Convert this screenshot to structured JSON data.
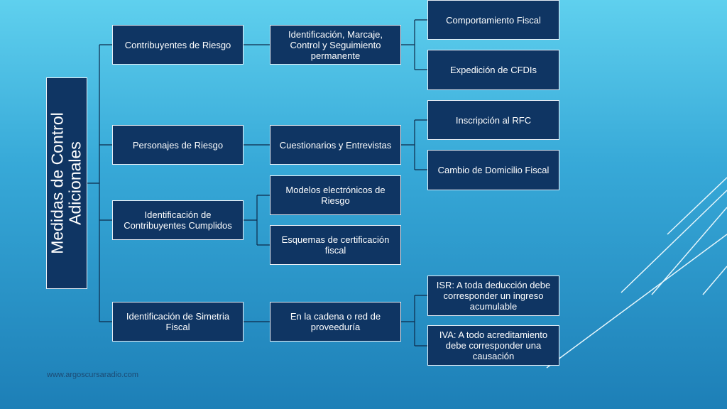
{
  "root": {
    "line1": "Medidas de Control",
    "line2": "Adicionales"
  },
  "level1": [
    {
      "label": "Contribuyentes de Riesgo"
    },
    {
      "label": "Personajes de Riesgo"
    },
    {
      "label": "Identificación de Contribuyentes Cumplidos"
    },
    {
      "label": "Identificación de Simetria Fiscal"
    }
  ],
  "level2": [
    {
      "label": "Identificación, Marcaje, Control y Seguimiento permanente"
    },
    {
      "label": "Cuestionarios y Entrevistas"
    },
    {
      "label": "Modelos electrónicos de Riesgo"
    },
    {
      "label": "Esquemas de certificación fiscal"
    },
    {
      "label": "En la cadena o red de proveeduría"
    }
  ],
  "level3": [
    {
      "label": "Comportamiento Fiscal"
    },
    {
      "label": "Expedición de CFDIs"
    },
    {
      "label": "Inscripción al RFC"
    },
    {
      "label": "Cambio de Domicilio Fiscal"
    },
    {
      "label": "ISR: A toda deducción debe corresponder un ingreso acumulable"
    },
    {
      "label": "IVA: A todo acreditamiento debe corresponder una causación"
    }
  ],
  "footer": "www.argoscursaradio.com",
  "colors": {
    "box_fill": "#0f3563",
    "box_border": "#e8eef5",
    "connector": "#0d2a4a"
  }
}
